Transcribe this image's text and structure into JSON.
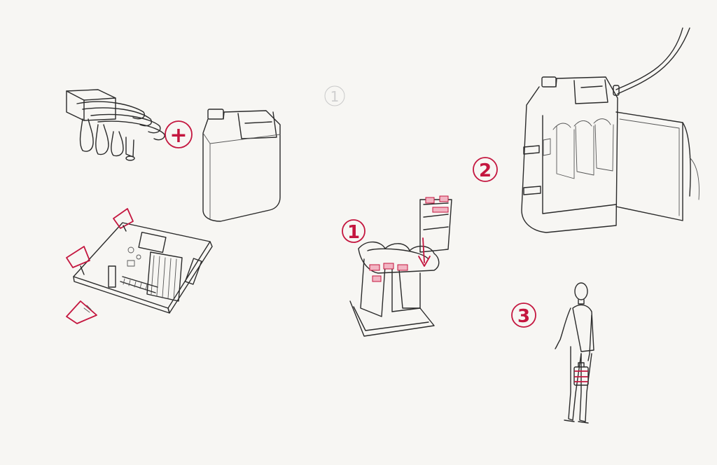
{
  "badges": {
    "plus": "+",
    "step1": "1",
    "step2": "2",
    "step3": "3",
    "ghost": "1"
  },
  "colors": {
    "paper": "#f7f6f3",
    "ink": "#2a2a2a",
    "accent_red": "#c4163f",
    "accent_pink": "#f2b5c3"
  },
  "sketches": [
    "wine-glass-rack-icon",
    "plastic-jug-icon",
    "circuit-board-icon",
    "rack-mounted-assembly-icon",
    "jug-case-with-open-door-icon",
    "person-carrying-case-icon"
  ]
}
